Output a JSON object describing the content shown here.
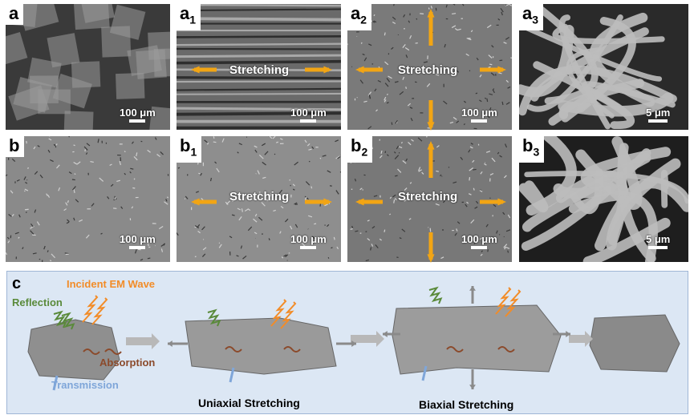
{
  "panels": {
    "a": {
      "label": "a",
      "sub": "",
      "scale": "100 μm",
      "stretch": ""
    },
    "a1": {
      "label": "a",
      "sub": "1",
      "scale": "100 μm",
      "stretch": "Stretching"
    },
    "a2": {
      "label": "a",
      "sub": "2",
      "scale": "100 μm",
      "stretch": "Stretching"
    },
    "a3": {
      "label": "a",
      "sub": "3",
      "scale": "5 μm",
      "stretch": ""
    },
    "b": {
      "label": "b",
      "sub": "",
      "scale": "100 μm",
      "stretch": ""
    },
    "b1": {
      "label": "b",
      "sub": "1",
      "scale": "100 μm",
      "stretch": "Stretching"
    },
    "b2": {
      "label": "b",
      "sub": "2",
      "scale": "100 μm",
      "stretch": "Stretching"
    },
    "b3": {
      "label": "b",
      "sub": "3",
      "scale": "5 μm",
      "stretch": ""
    }
  },
  "schematic": {
    "label": "c",
    "incident": "Incident EM Wave",
    "reflection": "Reflection",
    "absorption": "Absorption",
    "transmission": "Transmission",
    "uniaxial": "Uniaxial Stretching",
    "biaxial": "Biaxial Stretching"
  },
  "colors": {
    "arrow": "#f2a514",
    "incident": "#f28c28",
    "reflection": "#5a8a3a",
    "absorption": "#8b4a2b",
    "transmission": "#7fa6d9",
    "panel_bg": "#dce7f4"
  }
}
